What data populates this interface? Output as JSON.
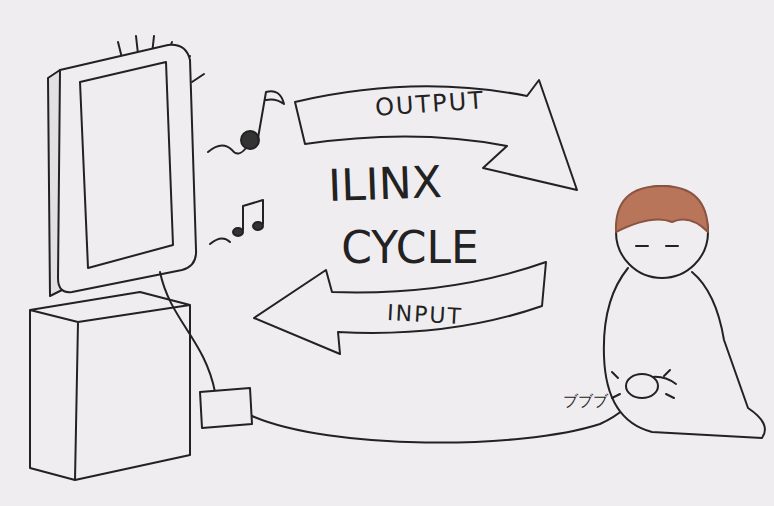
{
  "diagram": {
    "nodes": [
      {
        "text": [
          "OUTPUT"
        ]
      },
      {
        "text": [
          "INPUT"
        ]
      }
    ],
    "labels": [
      "ILINX",
      "CYCLE",
      "ブブブ"
    ]
  }
}
